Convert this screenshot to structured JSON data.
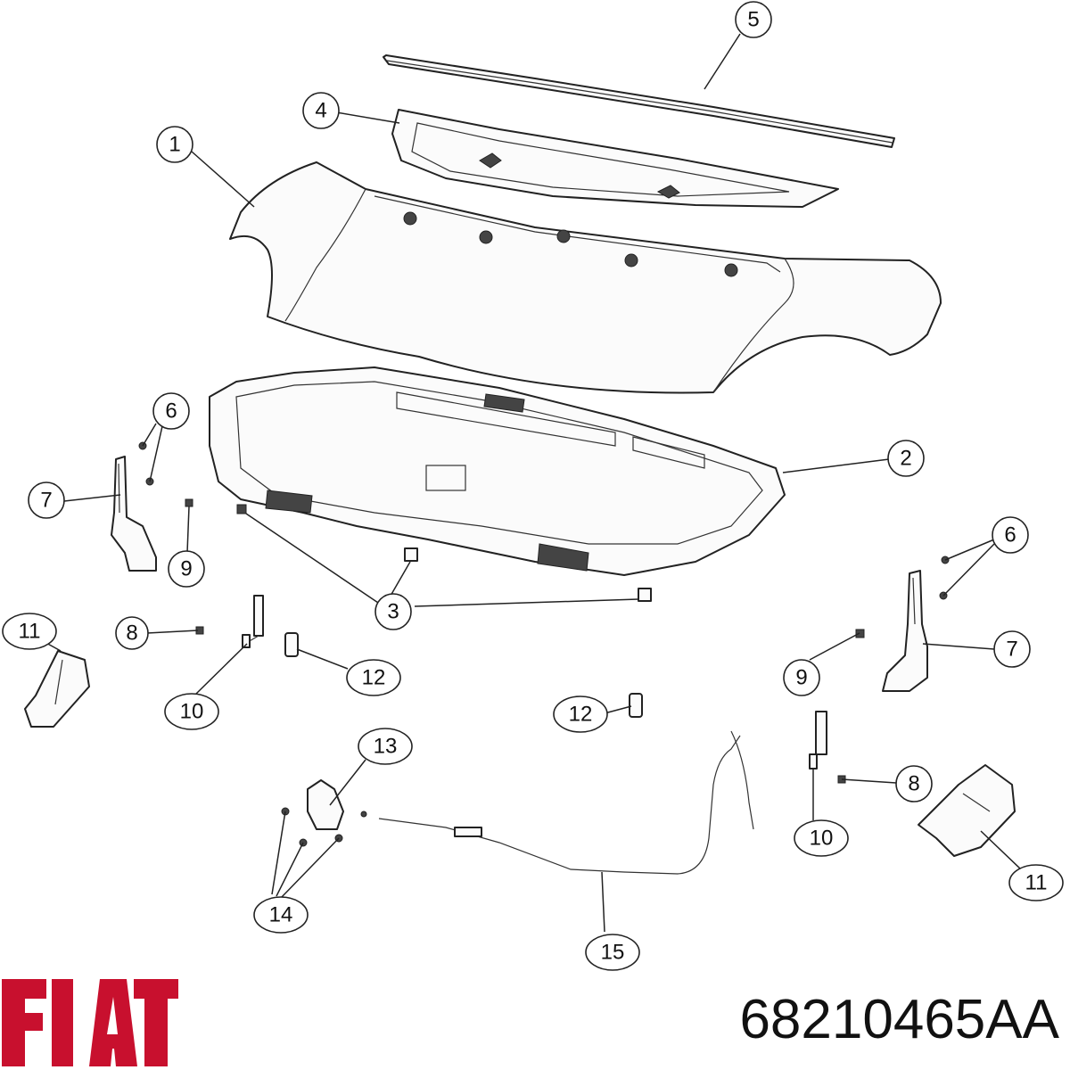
{
  "brand": {
    "name": "FIAT",
    "color": "#c8102e"
  },
  "part_number": "68210465AA",
  "callout_labels": {
    "c1": "1",
    "c2": "2",
    "c3": "3",
    "c4": "4",
    "c5": "5",
    "c6a": "6",
    "c6b": "6",
    "c7a": "7",
    "c7b": "7",
    "c8a": "8",
    "c8b": "8",
    "c9a": "9",
    "c9b": "9",
    "c10a": "10",
    "c10b": "10",
    "c11a": "11",
    "c11b": "11",
    "c12a": "12",
    "c12b": "12",
    "c13": "13",
    "c14": "14",
    "c15": "15"
  }
}
